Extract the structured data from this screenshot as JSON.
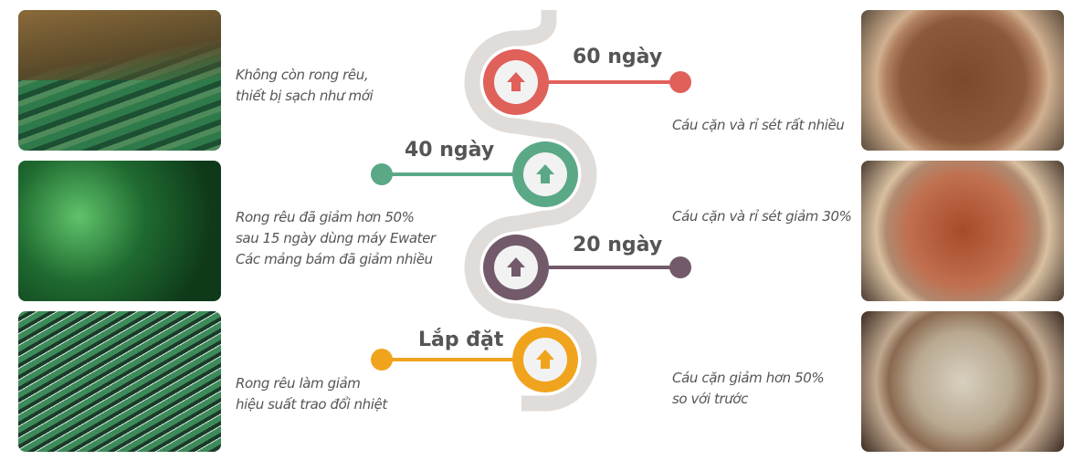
{
  "milestones": [
    {
      "label": "60 ngày",
      "color": "#e0605a"
    },
    {
      "label": "40 ngày",
      "color": "#5aa886"
    },
    {
      "label": "20 ngày",
      "color": "#735a6a"
    },
    {
      "label": "Lắp đặt",
      "color": "#f0a41e"
    }
  ],
  "left_captions": [
    [
      "Không còn rong rêu,",
      "thiết bị sạch như mới"
    ],
    [
      "Rong rêu đã giảm hơn 50%",
      "sau 15 ngày dùng máy Ewater",
      "Các mảng bám đã giảm nhiều"
    ],
    [
      "Rong rêu làm giảm",
      "hiệu suất trao đổi nhiệt"
    ]
  ],
  "right_captions": [
    [
      "Cáu cặn và rỉ sét rất nhiều"
    ],
    [
      "Cáu cặn và rỉ sét giảm 30%"
    ],
    [
      "Cáu cặn giảm hơn 50%",
      "so với trước"
    ]
  ],
  "path_color": "#e0dcd9"
}
